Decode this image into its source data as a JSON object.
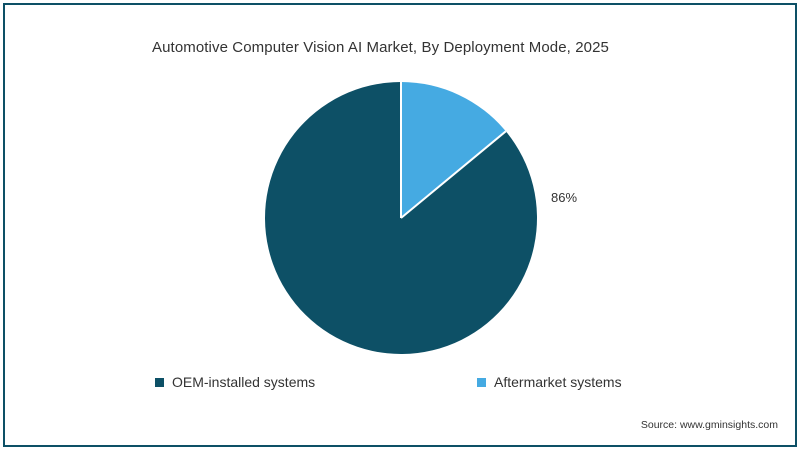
{
  "chart_data": {
    "type": "pie",
    "title": "Automotive Computer Vision AI Market, By Deployment Mode, 2025",
    "categories": [
      "OEM-installed systems",
      "Aftermarket systems"
    ],
    "values": [
      86,
      14
    ],
    "value_labels": [
      "86%",
      ""
    ],
    "unit": "%",
    "colors": [
      "#0d5066",
      "#45aae2"
    ],
    "legend_position": "bottom",
    "grid": false,
    "start_angle_deg": 0,
    "direction": "counterclockwise",
    "slice_separator_color": "#ffffff",
    "annotations": [
      {
        "text": "86%",
        "target": "OEM-installed systems",
        "position": "right"
      }
    ]
  },
  "figure": {
    "title": "Automotive Computer Vision AI Market, By Deployment Mode, 2025",
    "value_label": "86%",
    "source": "Source: www.gminsights.com",
    "border_color": "#0d5066",
    "background": "#ffffff",
    "text_color": "#333333"
  },
  "legend": {
    "items": [
      {
        "label": "OEM-installed systems",
        "color": "#0d5066"
      },
      {
        "label": "Aftermarket systems",
        "color": "#45aae2"
      }
    ]
  }
}
